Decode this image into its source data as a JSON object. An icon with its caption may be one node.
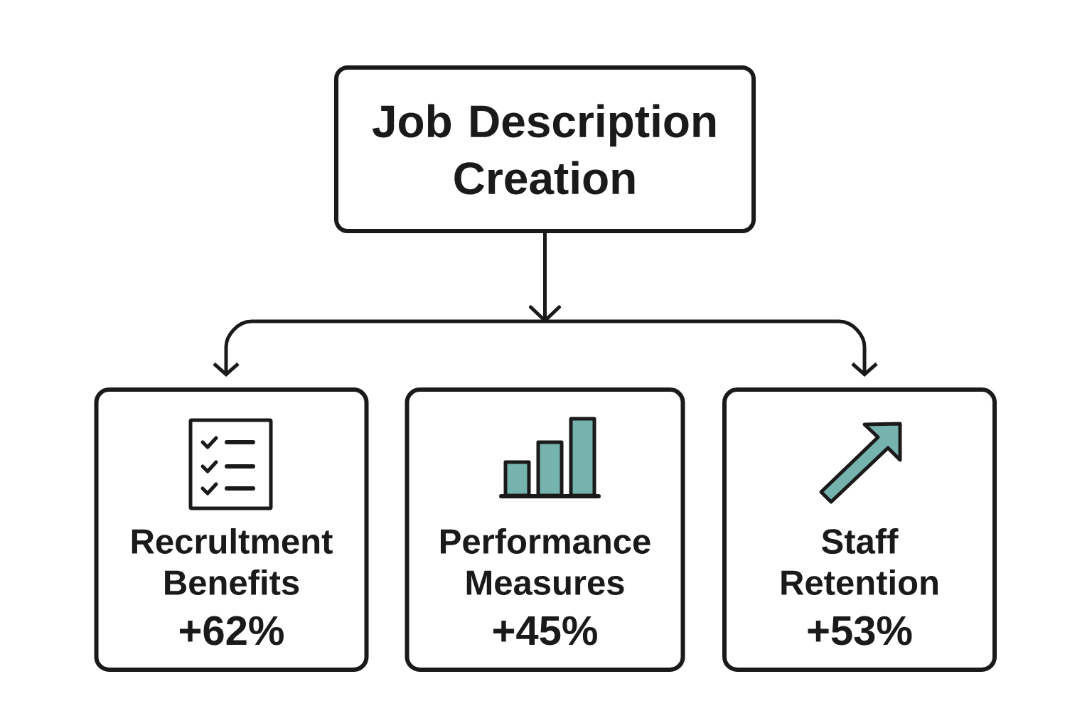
{
  "diagram": {
    "nodes": [
      {
        "text": [
          "Job Description Creation"
        ]
      },
      {
        "text": [
          "Recrultment Benefits",
          "+62%"
        ]
      },
      {
        "text": [
          "Performance Measures",
          "+45%"
        ]
      },
      {
        "text": [
          "Staff Retention",
          "+53%"
        ]
      }
    ],
    "edges": [
      {
        "from": 0,
        "to": 1,
        "arrow": "to"
      },
      {
        "from": 0,
        "to": 3,
        "arrow": "to"
      }
    ]
  }
}
